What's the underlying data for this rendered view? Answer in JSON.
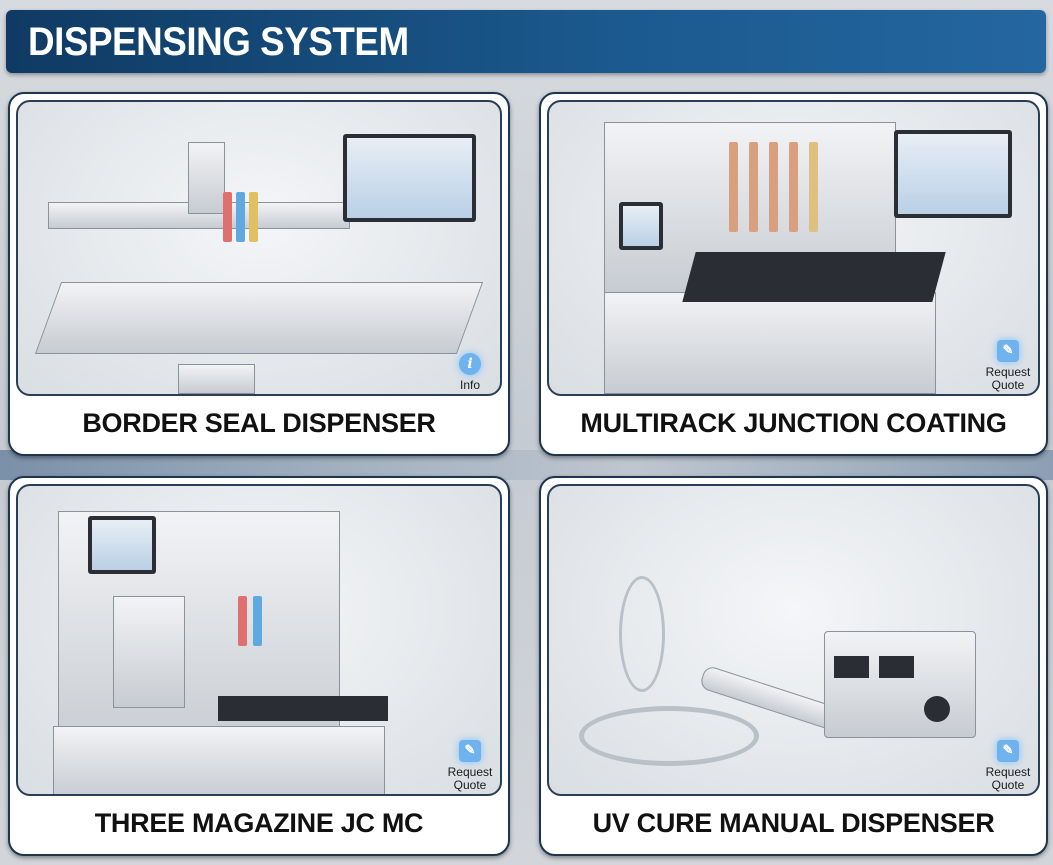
{
  "header": {
    "title": "DISPENSING SYSTEM"
  },
  "products": [
    {
      "name": "BORDER SEAL DISPENSER",
      "action": {
        "label": "Info",
        "icon": "info-icon"
      }
    },
    {
      "name": "MULTIRACK JUNCTION COATING",
      "action": {
        "label": "Request Quote",
        "icon": "request-quote-icon"
      }
    },
    {
      "name": "THREE MAGAZINE JC MC",
      "action": {
        "label": "Request Quote",
        "icon": "request-quote-icon"
      }
    },
    {
      "name": "UV CURE MANUAL DISPENSER",
      "action": {
        "label": "Request Quote",
        "icon": "request-quote-icon"
      }
    }
  ],
  "colors": {
    "header": "#1b5a8f",
    "border": "#1e3550",
    "icon": "#6fb3ee"
  }
}
